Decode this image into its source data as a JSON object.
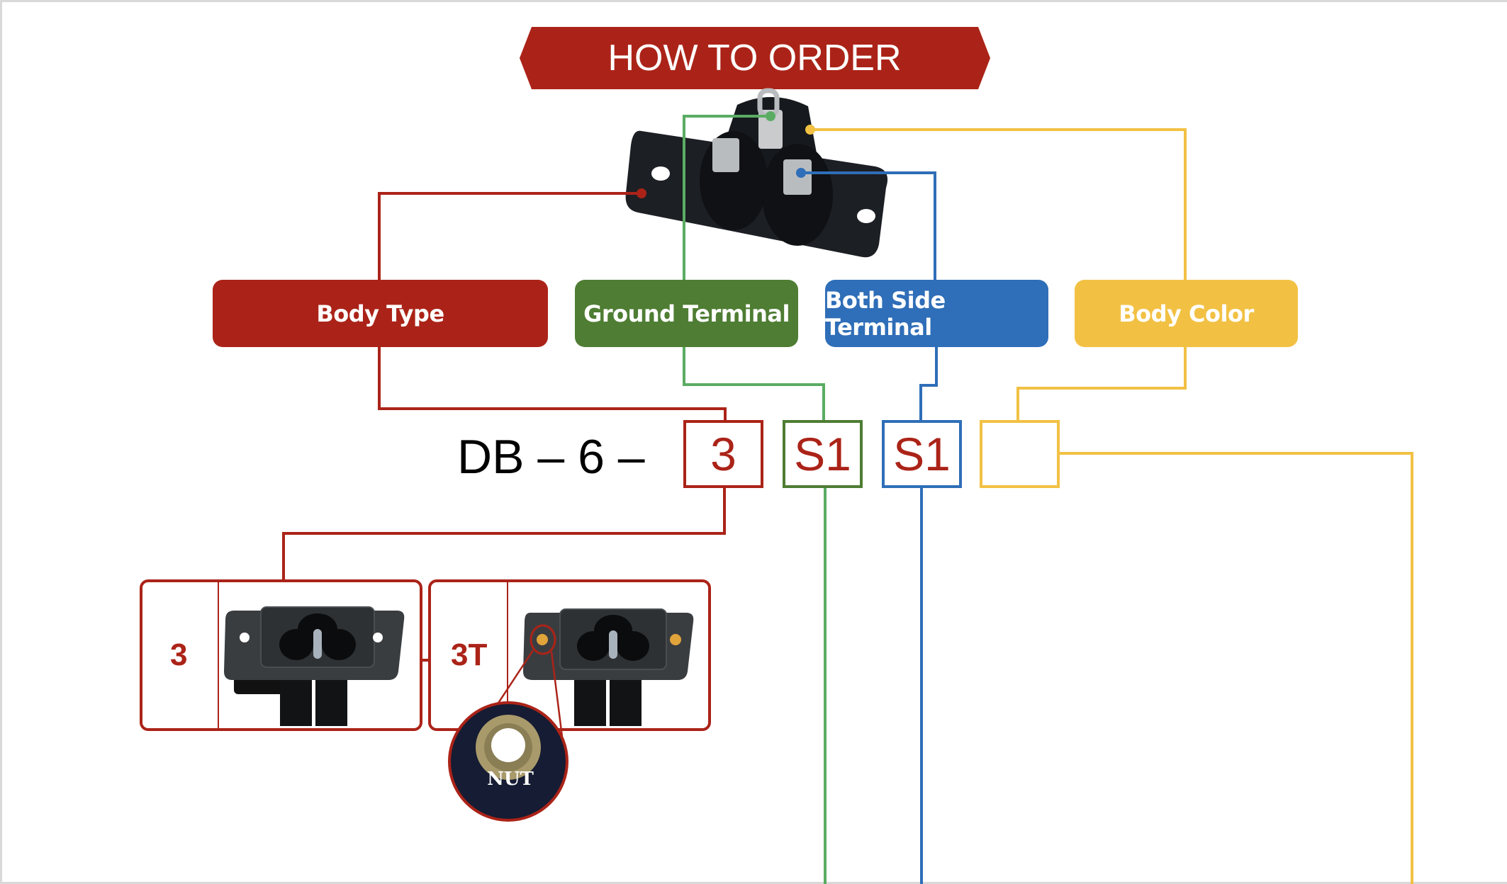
{
  "header": {
    "title": "HOW TO ORDER"
  },
  "categories": [
    {
      "label": "Body Type",
      "color": "#ab2318"
    },
    {
      "label": "Ground Terminal",
      "color": "#4e7d33"
    },
    {
      "label": "Both Side Terminal",
      "color": "#2f6eb8"
    },
    {
      "label": "Body Color",
      "color": "#f2c144"
    }
  ],
  "part_number": {
    "prefix": "DB – 6 –",
    "segments": [
      {
        "value": "3",
        "category": "Body Type"
      },
      {
        "value": "S1",
        "category": "Ground Terminal"
      },
      {
        "value": "S1",
        "category": "Both Side Terminal"
      },
      {
        "value": "",
        "category": "Body Color"
      }
    ]
  },
  "body_type_options": [
    {
      "code": "3",
      "image": "socket-plain-icon"
    },
    {
      "code": "3T",
      "image": "socket-with-nuts-icon",
      "callout": "NUT"
    }
  ],
  "product_image": "iec-c8-inlet-socket-photo",
  "colors": {
    "red": "#ab2318",
    "green_line": "#5aac63",
    "green_box": "#4e7d33",
    "blue": "#2f6eb8",
    "yellow": "#f2c144"
  }
}
